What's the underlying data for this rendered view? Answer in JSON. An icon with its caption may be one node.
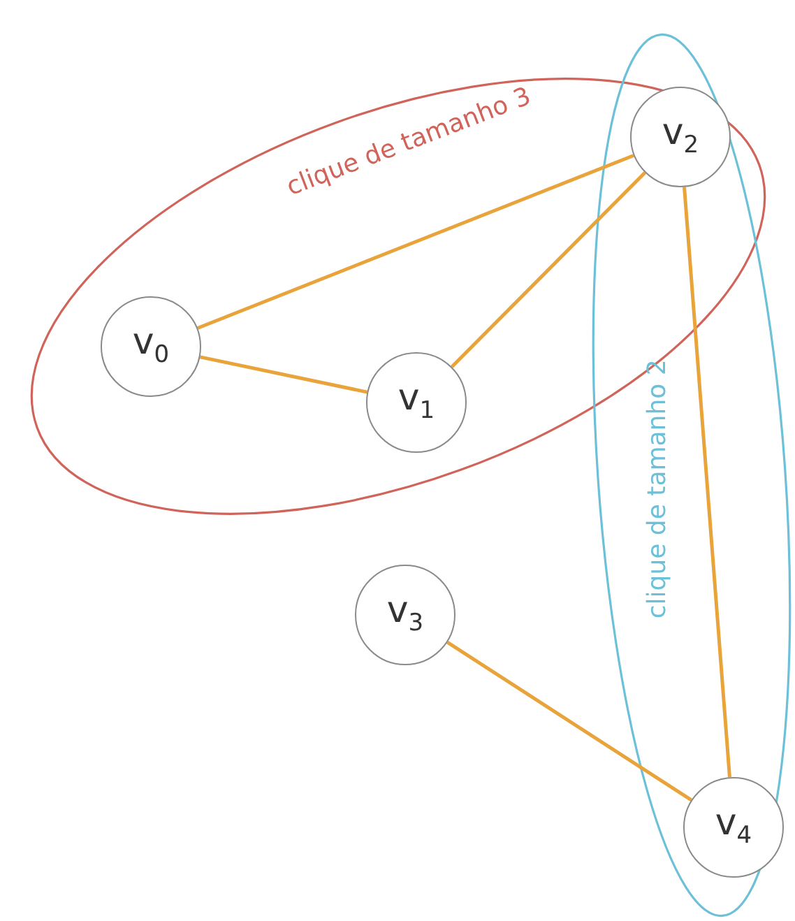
{
  "diagram": {
    "nodes": [
      {
        "text": [
          "clique de tamanho 3"
        ]
      },
      {
        "text": [
          "v$_{0}$"
        ],
        "in": 0
      },
      {
        "text": [
          "v$_{1}$"
        ],
        "in": 0
      },
      {
        "text": [
          "clique de tamanho 2"
        ]
      },
      {
        "text": [
          "v$_{2}$"
        ]
      },
      {
        "text": [
          "v$_{3}$"
        ]
      },
      {
        "text": [
          "v$_{4}$"
        ],
        "in": 3
      }
    ],
    "edges": [
      {
        "from": 1,
        "to": 4,
        "arrow": "none"
      },
      {
        "from": 1,
        "to": 2,
        "arrow": "none"
      },
      {
        "from": 2,
        "to": 4,
        "arrow": "none"
      },
      {
        "from": 4,
        "to": 6,
        "arrow": "none"
      },
      {
        "from": 5,
        "to": 6,
        "arrow": "none"
      }
    ]
  }
}
